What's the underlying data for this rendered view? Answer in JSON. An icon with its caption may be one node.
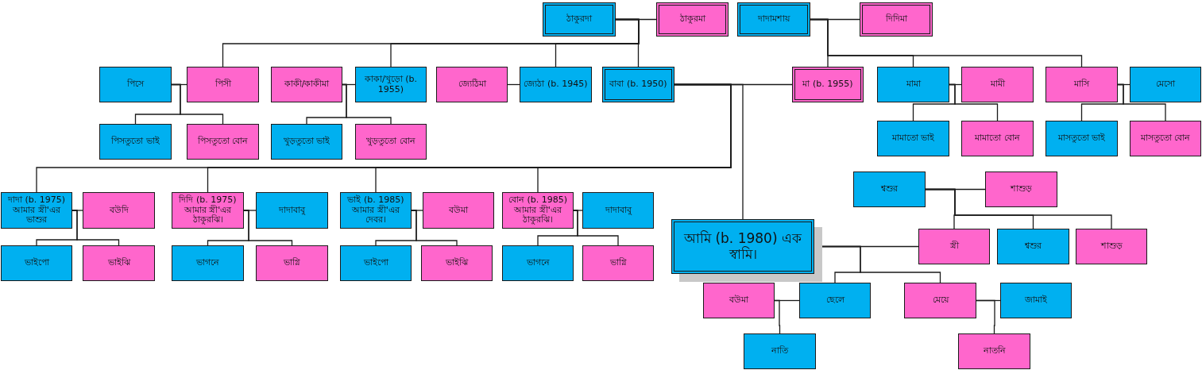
{
  "diagram": {
    "nodes": [
      {
        "text": [
          "ঠাকুরদা"
        ]
      },
      {
        "text": [
          "ঠাকুরমা"
        ]
      },
      {
        "text": [
          "দাদামশায়"
        ]
      },
      {
        "text": [
          "দিদিমা"
        ]
      },
      {
        "text": [
          "পিসে"
        ]
      },
      {
        "text": [
          "পিসী"
        ]
      },
      {
        "text": [
          "কাকী/কাকীমা"
        ]
      },
      {
        "text": [
          "কাকা/খুড়ো (b. 1955)"
        ]
      },
      {
        "text": [
          "জ্যেঠিমা"
        ]
      },
      {
        "text": [
          "জ্যেঠা (b. 1945)"
        ]
      },
      {
        "text": [
          "বাবা (b. 1950)"
        ]
      },
      {
        "text": [
          "মা (b. 1955)"
        ]
      },
      {
        "text": [
          "মামা"
        ]
      },
      {
        "text": [
          "মামী"
        ]
      },
      {
        "text": [
          "মাসি"
        ]
      },
      {
        "text": [
          "মেসো"
        ]
      },
      {
        "text": [
          "পিসতুতো ভাই"
        ]
      },
      {
        "text": [
          "পিসতুতো বোন"
        ]
      },
      {
        "text": [
          "খুড়তুতো ভাই"
        ]
      },
      {
        "text": [
          "খুড়তুতো বোন"
        ]
      },
      {
        "text": [
          "মামাতো ভাই"
        ]
      },
      {
        "text": [
          "মামাতো বোন"
        ]
      },
      {
        "text": [
          "মাসতুতো ভাই"
        ]
      },
      {
        "text": [
          "মাসতুতো বোন"
        ]
      },
      {
        "text": [
          "দাদা (b. 1975) আমার স্ত্রী'এর ভাশুর"
        ]
      },
      {
        "text": [
          "বউদি"
        ]
      },
      {
        "text": [
          "দিদি (b. 1975) আমার স্ত্রী'এর ঠাকুরঝি।"
        ]
      },
      {
        "text": [
          "দাদাবাবু"
        ]
      },
      {
        "text": [
          "ভাই (b. 1985) আমার স্ত্রী'এর দেবর।"
        ]
      },
      {
        "text": [
          "বউমা"
        ]
      },
      {
        "text": [
          "বোন (b. 1985) আমার স্ত্রী'এর ঠাকুরঝি।"
        ]
      },
      {
        "text": [
          "দাদাবাবু"
        ]
      },
      {
        "text": [
          "শ্বশুর"
        ]
      },
      {
        "text": [
          "শাশুড়"
        ]
      },
      {
        "text": [
          "ভাইপো"
        ]
      },
      {
        "text": [
          "ভাইঝি"
        ]
      },
      {
        "text": [
          "ভাগনে"
        ]
      },
      {
        "text": [
          "ভাগ্নি"
        ]
      },
      {
        "text": [
          "ভাইপো"
        ]
      },
      {
        "text": [
          "ভাইঝি"
        ]
      },
      {
        "text": [
          "ভাগনে"
        ]
      },
      {
        "text": [
          "ভাগ্নি"
        ]
      },
      {
        "text": [
          "আমি (b. 1980) এক স্বামি।"
        ]
      },
      {
        "text": [
          "স্ত্রী"
        ]
      },
      {
        "text": [
          "শ্বশুর"
        ]
      },
      {
        "text": [
          "শাশুড়"
        ]
      },
      {
        "text": [
          "বউমা"
        ]
      },
      {
        "text": [
          "ছেলে"
        ]
      },
      {
        "text": [
          "মেয়ে"
        ]
      },
      {
        "text": [
          "জামাই"
        ]
      },
      {
        "text": [
          "নাতি"
        ]
      },
      {
        "text": [
          "নাতনি"
        ]
      }
    ],
    "edges": [
      {
        "from": 0,
        "to": 1,
        "arrow": "none"
      },
      {
        "from": 0,
        "to": 5,
        "arrow": "none"
      },
      {
        "from": 0,
        "to": 7,
        "arrow": "none"
      },
      {
        "from": 0,
        "to": 9,
        "arrow": "none"
      },
      {
        "from": 0,
        "to": 10,
        "arrow": "none"
      },
      {
        "from": 2,
        "to": 3,
        "arrow": "none"
      },
      {
        "from": 2,
        "to": 11,
        "arrow": "none"
      },
      {
        "from": 2,
        "to": 12,
        "arrow": "none"
      },
      {
        "from": 2,
        "to": 14,
        "arrow": "none"
      },
      {
        "from": 4,
        "to": 5,
        "arrow": "none"
      },
      {
        "from": 4,
        "to": 16,
        "arrow": "none"
      },
      {
        "from": 4,
        "to": 17,
        "arrow": "none"
      },
      {
        "from": 6,
        "to": 7,
        "arrow": "none"
      },
      {
        "from": 6,
        "to": 18,
        "arrow": "none"
      },
      {
        "from": 6,
        "to": 19,
        "arrow": "none"
      },
      {
        "from": 8,
        "to": 9,
        "arrow": "none"
      },
      {
        "from": 10,
        "to": 11,
        "arrow": "none"
      },
      {
        "from": 10,
        "to": 24,
        "arrow": "none"
      },
      {
        "from": 10,
        "to": 26,
        "arrow": "none"
      },
      {
        "from": 10,
        "to": 28,
        "arrow": "none"
      },
      {
        "from": 10,
        "to": 30,
        "arrow": "none"
      },
      {
        "from": 10,
        "to": 42,
        "arrow": "none"
      },
      {
        "from": 12,
        "to": 13,
        "arrow": "none"
      },
      {
        "from": 12,
        "to": 20,
        "arrow": "none"
      },
      {
        "from": 12,
        "to": 21,
        "arrow": "none"
      },
      {
        "from": 14,
        "to": 15,
        "arrow": "none"
      },
      {
        "from": 14,
        "to": 22,
        "arrow": "none"
      },
      {
        "from": 14,
        "to": 23,
        "arrow": "none"
      },
      {
        "from": 24,
        "to": 25,
        "arrow": "none"
      },
      {
        "from": 24,
        "to": 34,
        "arrow": "none"
      },
      {
        "from": 24,
        "to": 35,
        "arrow": "none"
      },
      {
        "from": 26,
        "to": 27,
        "arrow": "none"
      },
      {
        "from": 26,
        "to": 36,
        "arrow": "none"
      },
      {
        "from": 26,
        "to": 37,
        "arrow": "none"
      },
      {
        "from": 28,
        "to": 29,
        "arrow": "none"
      },
      {
        "from": 28,
        "to": 38,
        "arrow": "none"
      },
      {
        "from": 28,
        "to": 39,
        "arrow": "none"
      },
      {
        "from": 30,
        "to": 31,
        "arrow": "none"
      },
      {
        "from": 30,
        "to": 40,
        "arrow": "none"
      },
      {
        "from": 30,
        "to": 41,
        "arrow": "none"
      },
      {
        "from": 32,
        "to": 33,
        "arrow": "none"
      },
      {
        "from": 32,
        "to": 43,
        "arrow": "none"
      },
      {
        "from": 32,
        "to": 44,
        "arrow": "none"
      },
      {
        "from": 32,
        "to": 45,
        "arrow": "none"
      },
      {
        "from": 42,
        "to": 43,
        "arrow": "none"
      },
      {
        "from": 42,
        "to": 47,
        "arrow": "none"
      },
      {
        "from": 42,
        "to": 48,
        "arrow": "none"
      },
      {
        "from": 46,
        "to": 47,
        "arrow": "none"
      },
      {
        "from": 46,
        "to": 50,
        "arrow": "none"
      },
      {
        "from": 48,
        "to": 49,
        "arrow": "none"
      },
      {
        "from": 48,
        "to": 51,
        "arrow": "none"
      }
    ]
  }
}
